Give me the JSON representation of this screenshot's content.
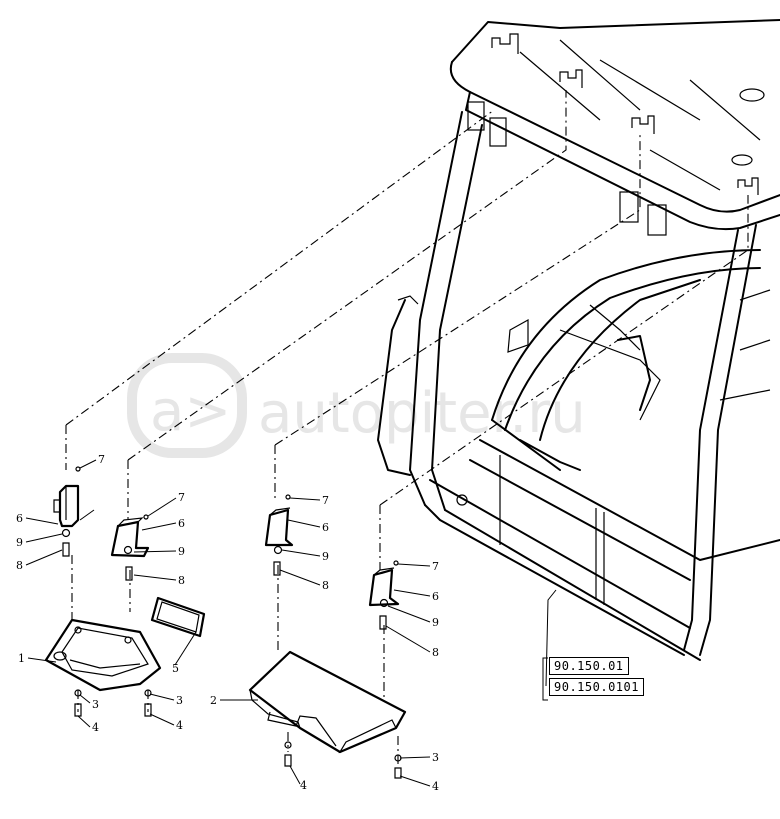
{
  "watermark": {
    "text": "autopiter.ru"
  },
  "references": [
    "90.150.01",
    "90.150.0101"
  ],
  "callouts": [
    {
      "id": "c1",
      "label": "1"
    },
    {
      "id": "c2",
      "label": "2"
    },
    {
      "id": "c3a",
      "label": "3"
    },
    {
      "id": "c3b",
      "label": "3"
    },
    {
      "id": "c3c",
      "label": "3"
    },
    {
      "id": "c4a",
      "label": "4"
    },
    {
      "id": "c4b",
      "label": "4"
    },
    {
      "id": "c4c",
      "label": "4"
    },
    {
      "id": "c4d",
      "label": "4"
    },
    {
      "id": "c5",
      "label": "5"
    },
    {
      "id": "c6a",
      "label": "6"
    },
    {
      "id": "c6b",
      "label": "6"
    },
    {
      "id": "c6c",
      "label": "6"
    },
    {
      "id": "c6d",
      "label": "6"
    },
    {
      "id": "c7a",
      "label": "7"
    },
    {
      "id": "c7b",
      "label": "7"
    },
    {
      "id": "c7c",
      "label": "7"
    },
    {
      "id": "c7d",
      "label": "7"
    },
    {
      "id": "c8a",
      "label": "8"
    },
    {
      "id": "c8b",
      "label": "8"
    },
    {
      "id": "c8c",
      "label": "8"
    },
    {
      "id": "c8d",
      "label": "8"
    },
    {
      "id": "c9a",
      "label": "9"
    },
    {
      "id": "c9b",
      "label": "9"
    },
    {
      "id": "c9c",
      "label": "9"
    },
    {
      "id": "c9d",
      "label": "9"
    }
  ]
}
